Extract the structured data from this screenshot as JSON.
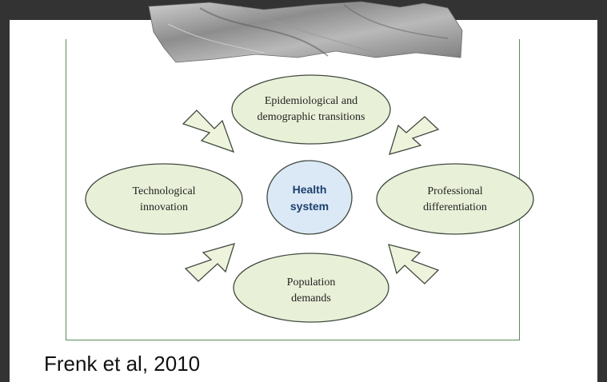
{
  "diagram": {
    "center": {
      "label": "Health\nsystem",
      "fill": "#dbe9f6"
    },
    "outer_fill": "#e9f0d8",
    "outer_stroke": "#3f4a3f",
    "arrow_fill": "#eef3dc",
    "nodes": [
      {
        "id": "top",
        "label": "Epidemiological and\ndemographic transitions"
      },
      {
        "id": "left",
        "label": "Technological\ninnovation"
      },
      {
        "id": "right",
        "label": "Professional\ndifferentiation"
      },
      {
        "id": "bottom",
        "label": "Population\ndemands"
      }
    ]
  },
  "citation": "Frenk et al, 2010",
  "colors": {
    "background": "#333333",
    "slide": "#ffffff",
    "frame": "#5b8a5b"
  }
}
